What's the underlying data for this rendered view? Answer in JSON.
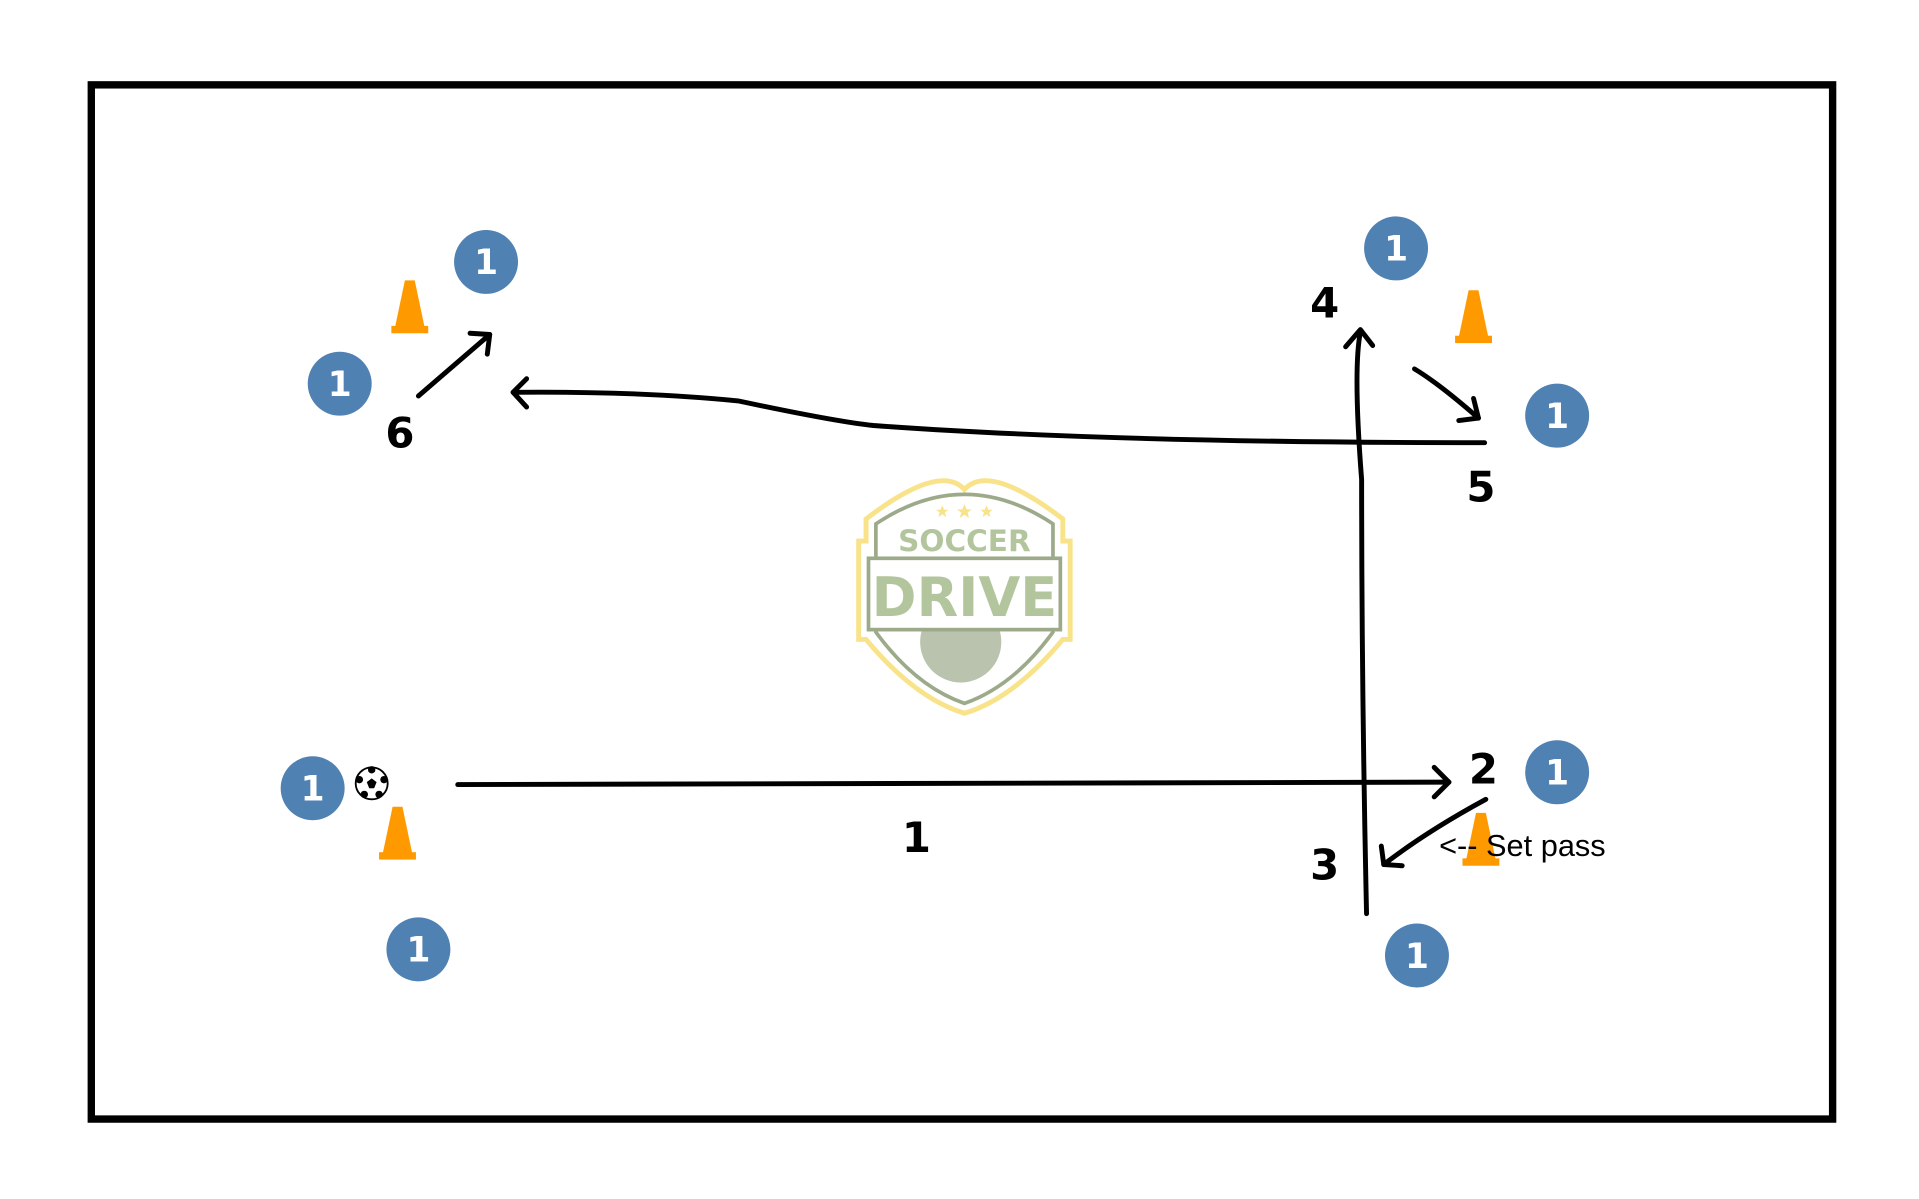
{
  "diagram": {
    "player_label": "1",
    "step_labels": [
      "1",
      "2",
      "3",
      "4",
      "5",
      "6"
    ],
    "annotation": "<-- Set pass",
    "logo": {
      "line1": "SOCCER",
      "line2": "DRIVE"
    },
    "colors": {
      "player": "#4f81b3",
      "cone": "#ff9900",
      "logo_green": "#b3c59c",
      "logo_gold": "#f9e38a",
      "line": "#000000"
    }
  }
}
